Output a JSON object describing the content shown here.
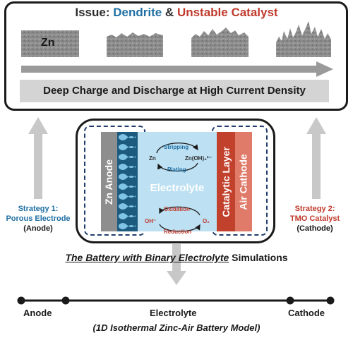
{
  "issue": {
    "prefix": "Issue: ",
    "dendrite": "Dendrite",
    "amp": " & ",
    "catalyst": "Unstable Catalyst",
    "zn_label": "Zn",
    "banner": "Deep Charge and Discharge at High Current Density"
  },
  "battery": {
    "anode": "Zn Anode",
    "electrolyte": "Electrolyte",
    "catalytic_layer": "Catalytic Layer",
    "air_cathode": "Air Cathode",
    "stripping": "Stripping",
    "plating": "Plating",
    "zn": "Zn",
    "znoh": "Zn(OH)₄²⁻",
    "oxidation": "Oxidation",
    "reduction": "Reduction",
    "oh": "OH⁻",
    "o2": "O₂"
  },
  "strategy1": {
    "title": "Strategy 1:",
    "name": "Porous Electrode",
    "side": "(Anode)"
  },
  "strategy2": {
    "title": "Strategy 2:",
    "name": "TMO Catalyst",
    "side": "(Cathode)"
  },
  "simulation": {
    "italic": "The Battery with Binary Electrolyte",
    "rest": " Simulations"
  },
  "axis": {
    "anode": "Anode",
    "electrolyte": "Electrolyte",
    "cathode": "Cathode"
  },
  "caption": "(1D Isothermal Zinc-Air Battery Model)",
  "colors": {
    "blue": "#1f6fa3",
    "red": "#c0392b",
    "electrolyte": "#bde0f3",
    "porous": "#1c5a7e",
    "catalytic": "#c2412c",
    "air_cathode": "#e07b6a",
    "anode": "#8e8e8e"
  }
}
